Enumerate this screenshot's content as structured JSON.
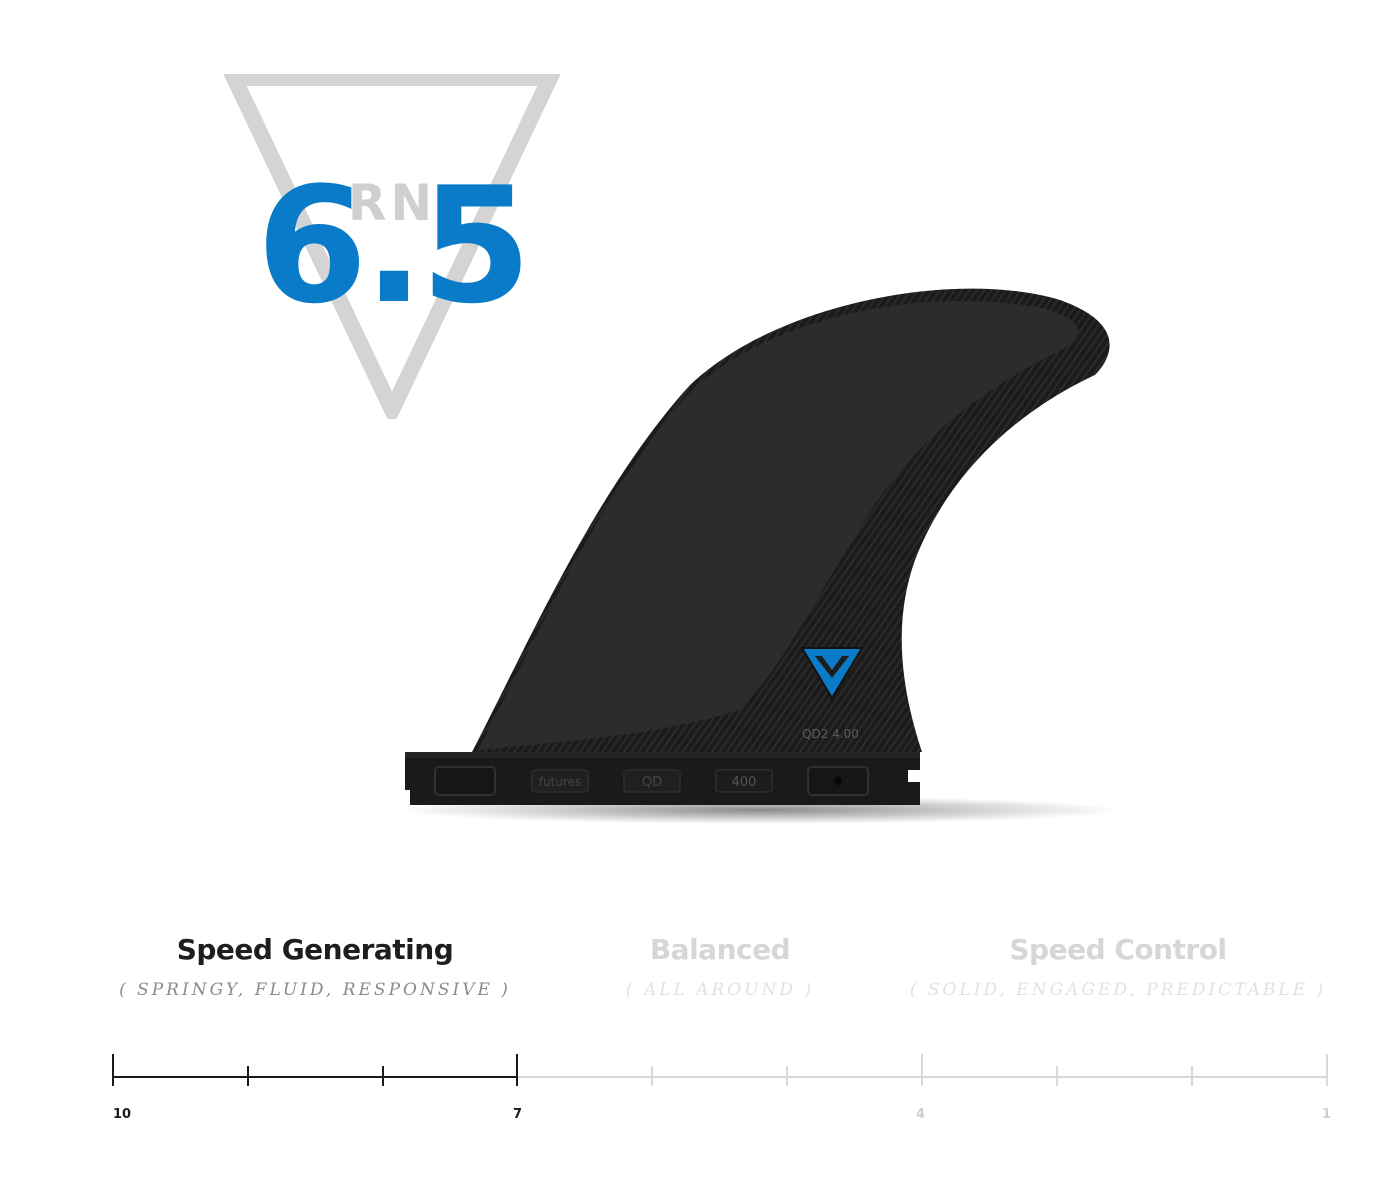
{
  "rating": {
    "label": "RN",
    "value": "6.5",
    "accent_color": "#0a7bc8"
  },
  "fin": {
    "logo_icon": "futures-triangle-logo",
    "model_text": "QD2 4.00",
    "base_labels": [
      "futures",
      "QD",
      "400"
    ]
  },
  "categories": [
    {
      "title": "Speed Generating",
      "subtitle": "( SPRINGY, FLUID, RESPONSIVE )",
      "active": true
    },
    {
      "title": "Balanced",
      "subtitle": "( ALL AROUND )",
      "active": false
    },
    {
      "title": "Speed Control",
      "subtitle": "( SOLID, ENGAGED, PREDICTABLE )",
      "active": false
    }
  ],
  "scale": {
    "labels": [
      "10",
      "7",
      "4",
      "1"
    ],
    "active_range": [
      10,
      7
    ]
  }
}
